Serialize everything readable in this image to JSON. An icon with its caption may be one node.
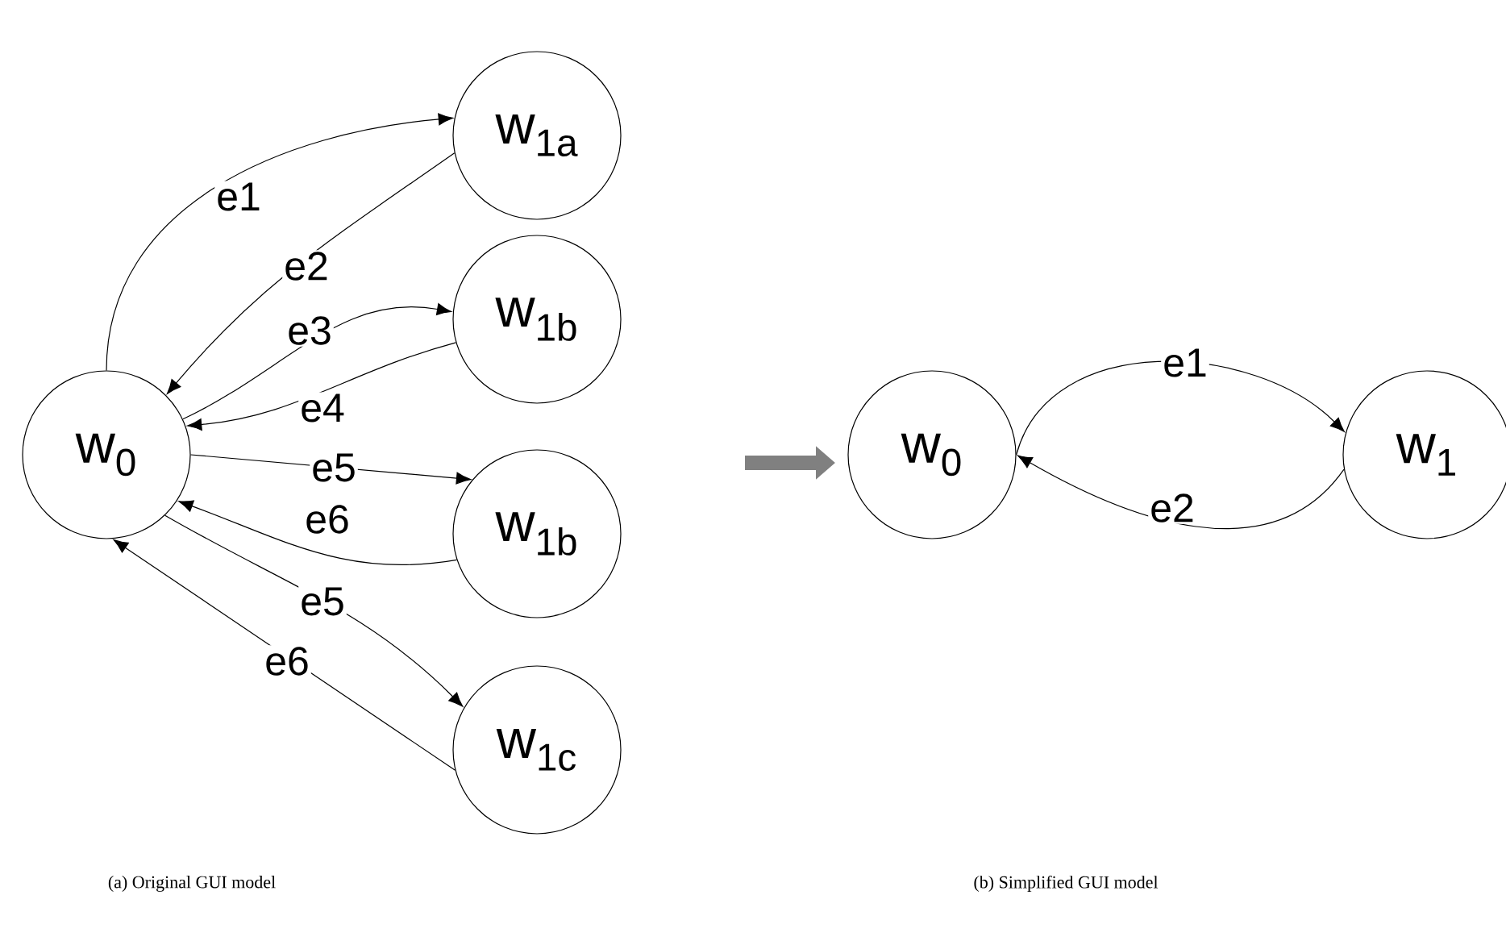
{
  "diagram": {
    "nodes": [
      {
        "text": [
          "w$_{0}$"
        ]
      },
      {
        "text": [
          "w$_{1a}$"
        ]
      },
      {
        "text": [
          "w$_{1b}$"
        ]
      },
      {
        "text": [
          "w$_{1b}$"
        ]
      },
      {
        "text": [
          "w$_{1c}$"
        ]
      },
      {
        "text": [
          "w$_{0}$"
        ]
      },
      {
        "text": [
          "w$_{1}$"
        ]
      }
    ],
    "edges": [
      {
        "from": 0,
        "to": 1,
        "arrow": "to",
        "label": "e1"
      },
      {
        "from": 1,
        "to": 0,
        "arrow": "to",
        "label": "e2"
      },
      {
        "from": 0,
        "to": 2,
        "arrow": "to",
        "label": "e3"
      },
      {
        "from": 2,
        "to": 0,
        "arrow": "to",
        "label": "e4"
      },
      {
        "from": 0,
        "to": 3,
        "arrow": "to",
        "label": "e5"
      },
      {
        "from": 3,
        "to": 0,
        "arrow": "to",
        "label": "e6"
      },
      {
        "from": 0,
        "to": 4,
        "arrow": "to",
        "label": "e5"
      },
      {
        "from": 4,
        "to": 0,
        "arrow": "to",
        "label": "e6"
      },
      {
        "from": 5,
        "to": 6,
        "arrow": "to",
        "label": "e1"
      },
      {
        "from": 6,
        "to": 5,
        "arrow": "to",
        "label": "e2"
      }
    ],
    "labels": [
      "(a) Original GUI model",
      "(b) Simplified GUI model"
    ]
  }
}
